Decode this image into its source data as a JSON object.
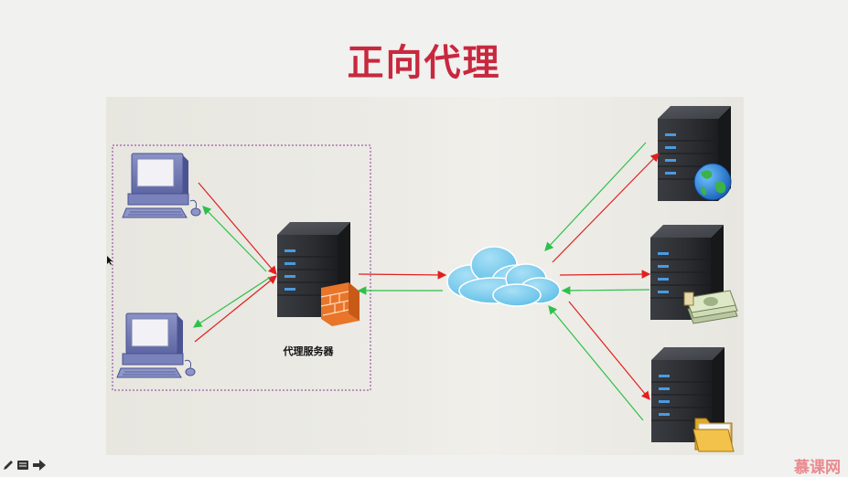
{
  "slide": {
    "title": "正向代理"
  },
  "diagram": {
    "proxy_label": "代理服务器"
  },
  "watermark": {
    "text": "慕课网"
  },
  "colors": {
    "title": "#c8283e",
    "request_arrow": "#e02020",
    "response_arrow": "#2ec04a",
    "client_group_border": "#8a3a9a",
    "cloud": "#7fcdee",
    "firewall": "#e8752a"
  },
  "icons": [
    "client-computer-icon",
    "proxy-server-icon",
    "firewall-icon",
    "cloud-icon",
    "server-icon",
    "globe-icon",
    "money-icon",
    "folder-icon",
    "pen-icon",
    "notes-icon",
    "next-arrow-icon"
  ]
}
